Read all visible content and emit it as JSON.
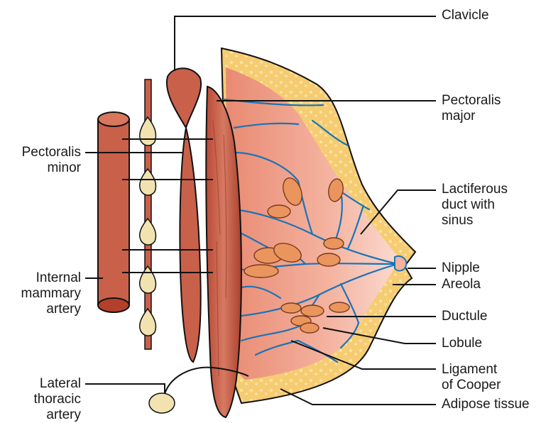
{
  "labels": {
    "clavicle": [
      "Clavicle"
    ],
    "pectoralis_major": [
      "Pectoralis",
      "major"
    ],
    "pectoralis_minor": [
      "Pectoralis",
      "minor"
    ],
    "lactiferous_duct": [
      "Lactiferous",
      "duct with",
      "sinus"
    ],
    "nipple": [
      "Nipple"
    ],
    "areola": [
      "Areola"
    ],
    "internal_mammary_artery": [
      "Internal",
      "mammary",
      "artery"
    ],
    "ductule": [
      "Ductule"
    ],
    "lobule": [
      "Lobule"
    ],
    "ligament_of_cooper": [
      "Ligament",
      "of Cooper"
    ],
    "lateral_thoracic_artery": [
      "Lateral",
      "thoracic",
      "artery"
    ],
    "adipose_tissue": [
      "Adipose tissue"
    ]
  },
  "colors": {
    "muscle": "#c9604a",
    "muscle_dark": "#8a3524",
    "breast_tissue": "#f3b49e",
    "adipose": "#f6cc72",
    "duct": "#1a73b8",
    "lobule": "#e9955d",
    "node": "#f1e2b0"
  }
}
